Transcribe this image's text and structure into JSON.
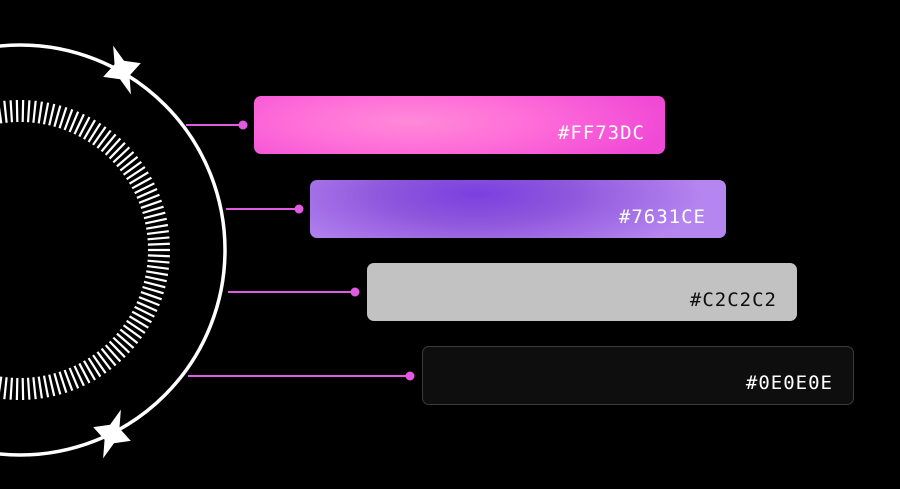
{
  "colors": {
    "background": "#000000",
    "ring_stroke": "#ffffff",
    "connector": "#e15be0"
  },
  "palette": [
    {
      "hex_label": "#FF73DC",
      "color": "#FF73DC",
      "text_color": "#FFFFFF"
    },
    {
      "hex_label": "#7631CE",
      "color": "#7631CE",
      "text_color": "#FFFFFF"
    },
    {
      "hex_label": "#C2C2C2",
      "color": "#C2C2C2",
      "text_color": "#0E0E0E"
    },
    {
      "hex_label": "#0E0E0E",
      "color": "#0E0E0E",
      "text_color": "#FFFFFF"
    }
  ],
  "decor": {
    "outer_ring_icon": "circle-outline",
    "inner_ring_icon": "tick-ring",
    "star_icons": [
      "four-point-star",
      "four-point-star"
    ]
  }
}
